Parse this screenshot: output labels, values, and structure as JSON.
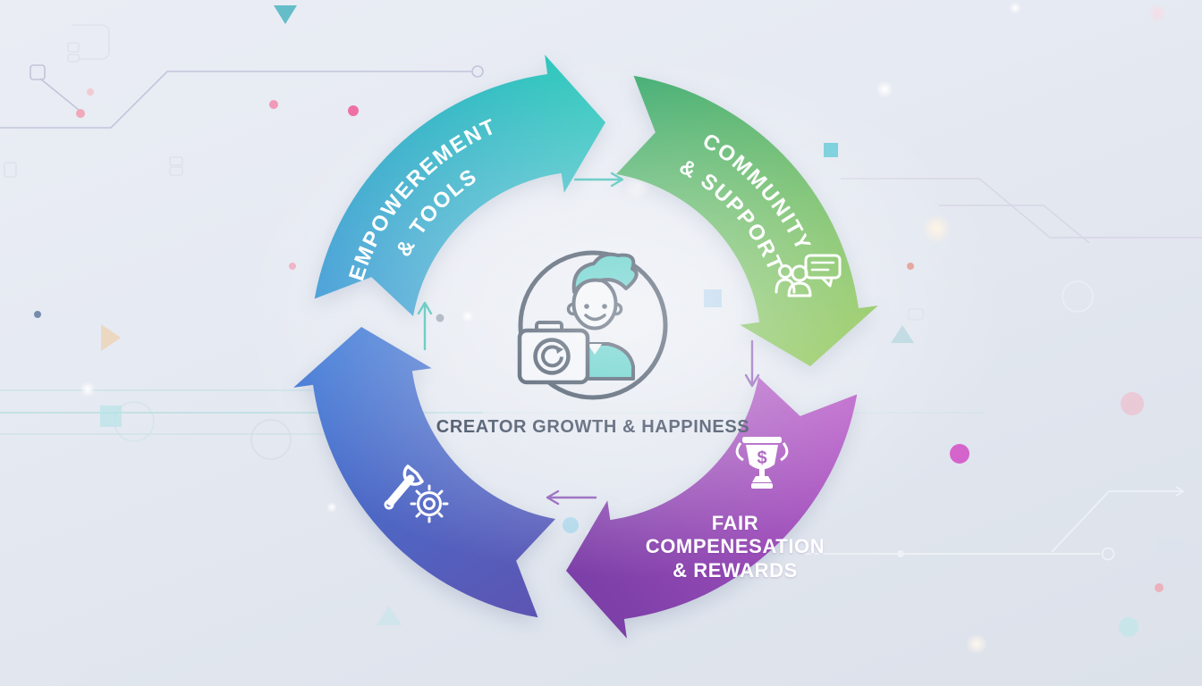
{
  "diagram": {
    "center_label": "CREATOR GROWTH & HAPPINESS",
    "center_icon": "creator-avatar-camera-icon",
    "segments": [
      {
        "name": "empowerment-tools",
        "line1": "EMPOWEREMENT",
        "line2": "& TOOLS",
        "gradient_start": "#3b8fd9",
        "gradient_end": "#2fc6bd"
      },
      {
        "name": "community-support",
        "line1": "COMMUNITY",
        "line2": "& SUPPORT",
        "gradient_start": "#41ad72",
        "gradient_end": "#8ac44f",
        "icon": "people-chat-icon"
      },
      {
        "name": "fair-compensation-rewards",
        "line1": "FAIR",
        "line2": "COMPENESATION",
        "line3": "& REWARDS",
        "gradient_start": "#b557c6",
        "gradient_end": "#7d3fa8",
        "icon": "trophy-dollar-icon",
        "trophy_symbol": "$"
      },
      {
        "name": "maintenance-tools",
        "gradient_start": "#5d54b2",
        "gradient_end": "#4079d6",
        "icon": "wrench-gear-icon"
      }
    ],
    "flow_arrows": [
      {
        "direction": "right",
        "color": "#3cbdb3"
      },
      {
        "direction": "down",
        "color": "#8d5bb8"
      },
      {
        "direction": "left",
        "color": "#8d5bb8"
      },
      {
        "direction": "up",
        "color": "#3cbdb3"
      }
    ],
    "colors": {
      "outline_navy": "#223349",
      "accent_teal": "#3dc5bf",
      "background_top": "#eaedf4",
      "background_bottom": "#dce1ea"
    }
  }
}
